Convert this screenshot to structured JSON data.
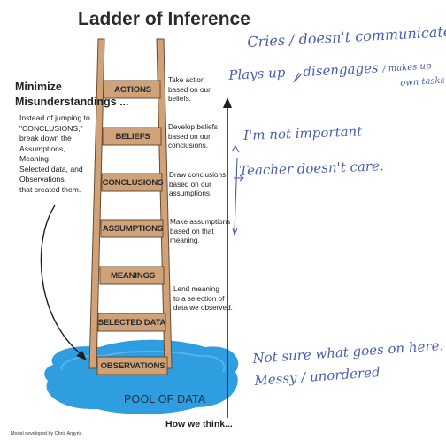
{
  "title": "Ladder of Inference",
  "minimize": {
    "heading_line1": "Minimize",
    "heading_line2": "Misunderstandings ...",
    "body": [
      "Instead of jumping to",
      "\"CONCLUSIONS,\"",
      "break down the",
      "Assumptions,",
      "Meaning,",
      "Selected data, and",
      "Observations,",
      "that created them."
    ]
  },
  "rungs": [
    "ACTIONS",
    "BELIEFS",
    "CONCLUSIONS",
    "ASSUMPTIONS",
    "MEANINGS",
    "SELECTED DATA",
    "OBSERVATIONS"
  ],
  "descriptions": {
    "actions": [
      "Take action",
      "based on our",
      "beliefs."
    ],
    "beliefs": [
      "Develop beliefs",
      "based on our",
      "conclusions."
    ],
    "conclusions": [
      "Draw conclusions",
      "based on our",
      "assumptions."
    ],
    "assumptions": [
      "Make assumptions",
      "based on that",
      "meaning."
    ],
    "meanings": [
      "Lend meaning",
      "to a selection of",
      "data we observed."
    ]
  },
  "pool_label": "POOL OF DATA",
  "how_we_think": "How we think...",
  "credit": "Model developed by Chris Argyris",
  "handwriting": {
    "line1": "Cries / doesn't communicate.",
    "line2a": "Plays up",
    "line2b": "disengages",
    "line2c": "/ makes up",
    "line2d": "own tasks",
    "line3": "I'm not important",
    "line4": "Teacher doesn't care.",
    "line5": "Not sure what goes on here.",
    "line6": "Messy / unordered"
  },
  "colors": {
    "wood": "#cfa27a",
    "wood_edge": "#6b4a2e",
    "pool": "#2f9ee0",
    "ink": "#4a5fb0",
    "text": "#222222"
  }
}
